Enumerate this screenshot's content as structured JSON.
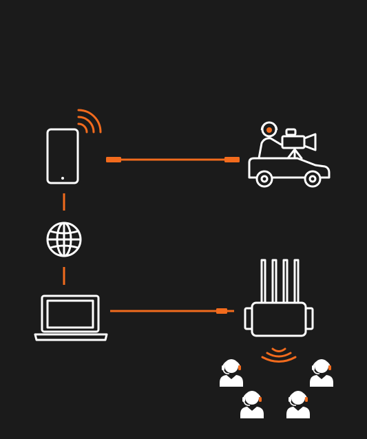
{
  "colors": {
    "background": "#1b1b1b",
    "line": "#ffffff",
    "accent": "#f26b1d"
  },
  "nodes": [
    {
      "id": "smartphone",
      "icon": "smartphone-icon"
    },
    {
      "id": "globe",
      "icon": "globe-icon"
    },
    {
      "id": "laptop",
      "icon": "laptop-icon"
    },
    {
      "id": "camera-car",
      "icon": "camera-car-icon"
    },
    {
      "id": "router",
      "icon": "router-icon"
    },
    {
      "id": "audience",
      "icon": "headset-users-icon"
    }
  ],
  "connections": [
    {
      "from": "smartphone",
      "to": "camera-car",
      "style": "cable"
    },
    {
      "from": "laptop",
      "to": "router",
      "style": "cable"
    },
    {
      "from": "smartphone",
      "to": "globe",
      "style": "dashed"
    },
    {
      "from": "globe",
      "to": "laptop",
      "style": "dashed"
    }
  ]
}
